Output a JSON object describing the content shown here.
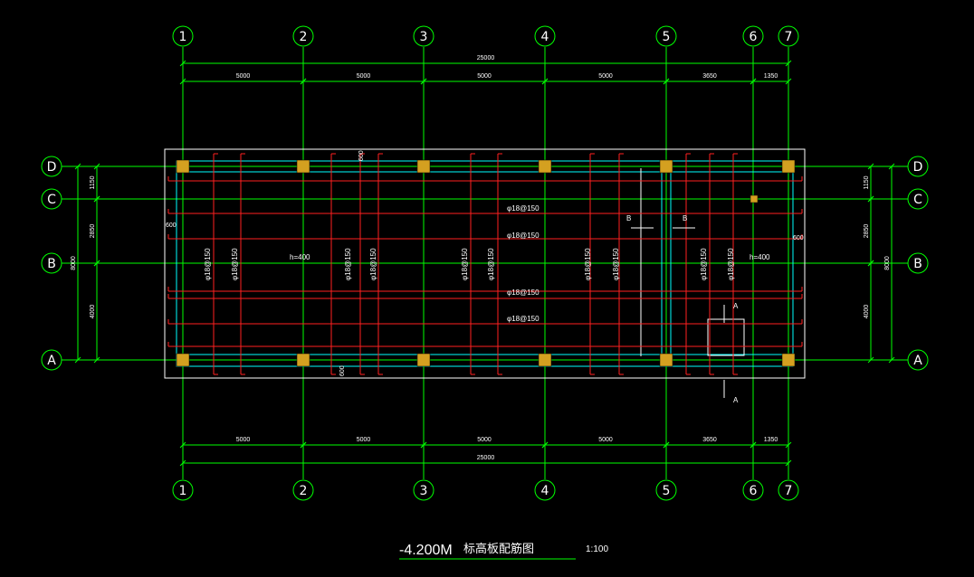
{
  "grid": {
    "columns": [
      "1",
      "2",
      "3",
      "4",
      "5",
      "6",
      "7"
    ],
    "rows": [
      "D",
      "C",
      "B",
      "A"
    ]
  },
  "dimensions": {
    "total": "25000",
    "spans": [
      "5000",
      "5000",
      "5000",
      "5000",
      "3650",
      "1350"
    ],
    "row_spans": [
      "1150",
      "2850",
      "4000"
    ],
    "row_total": "8000"
  },
  "labels": {
    "thickness_left": "h=400",
    "thickness_right": "h=400",
    "rebar": "φ18@150",
    "offset": "600",
    "section_a": "A",
    "section_b": "B"
  },
  "title": {
    "elevation": "-4.200M",
    "name": "标高板配筋图",
    "scale": "1:100"
  },
  "colors": {
    "grid_line": "#00ff00",
    "rebar": "#ff2020",
    "slab_edge": "#ffffff",
    "beam": "#00ffff",
    "column": "#d4a020"
  }
}
